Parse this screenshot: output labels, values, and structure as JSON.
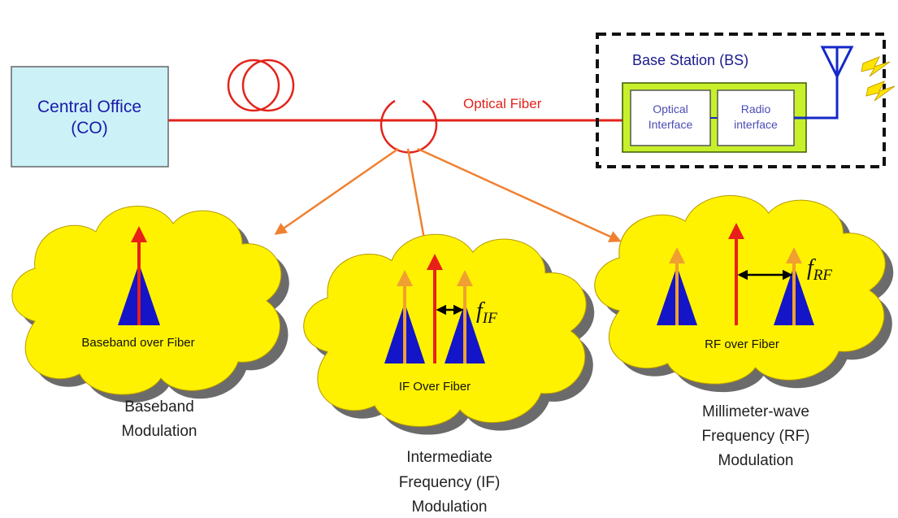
{
  "central_office": {
    "line1": "Central Office",
    "line2": "(CO)"
  },
  "fiber_label": "Optical Fiber",
  "base_station": {
    "title": "Base Station (BS)",
    "optical_interface": {
      "line1": "Optical",
      "line2": "Interface"
    },
    "radio_interface": {
      "line1": "Radio",
      "line2": "interface"
    }
  },
  "schemes": [
    {
      "cloud_label": "Baseband over Fiber",
      "caption": [
        "Baseband",
        "Modulation"
      ]
    },
    {
      "cloud_label": "IF Over Fiber",
      "caption": [
        "Intermediate",
        "Frequency (IF)",
        "Modulation"
      ],
      "freq_main": "f",
      "freq_sub": "IF"
    },
    {
      "cloud_label": "RF over Fiber",
      "caption": [
        "Millimeter-wave",
        "Frequency (RF)",
        "Modulation"
      ],
      "freq_main": "f",
      "freq_sub": "RF"
    }
  ],
  "colors": {
    "fiber": "#e2231a",
    "co_fill": "#ccf2f8",
    "cloud": "#fff200",
    "bs_green": "#c8f02a",
    "antenna": "#1428c8",
    "orange_arrow": "#f08030",
    "carrier": "#e8201a",
    "sideband": "#f0a030",
    "triangle": "#1414c8"
  }
}
